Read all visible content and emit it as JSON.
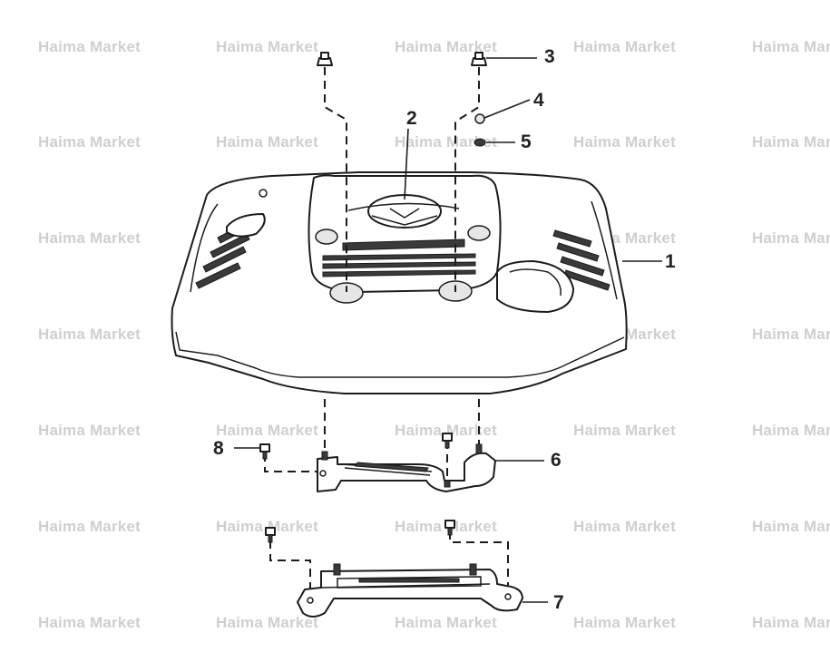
{
  "watermark": "Haima Market",
  "callouts": {
    "c1": "1",
    "c2": "2",
    "c3": "3",
    "c4": "4",
    "c5": "5",
    "c6": "6",
    "c7": "7",
    "c8": "8"
  }
}
